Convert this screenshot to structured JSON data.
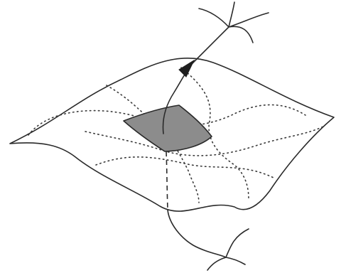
{
  "diagram": {
    "description_free": true,
    "colors": {
      "stroke": "#2a2a2a",
      "patch_fill": "#8c8c8c",
      "background": "#ffffff"
    },
    "elements": {
      "surface": "curved-surface-sheet",
      "grid": "dotted-coordinate-grid",
      "patch": "shaded-surface-element",
      "upper_curve": "world-line-above-surface",
      "lower_curve": "world-line-below-surface",
      "arrow": "arrowhead-on-upper-curve"
    }
  }
}
